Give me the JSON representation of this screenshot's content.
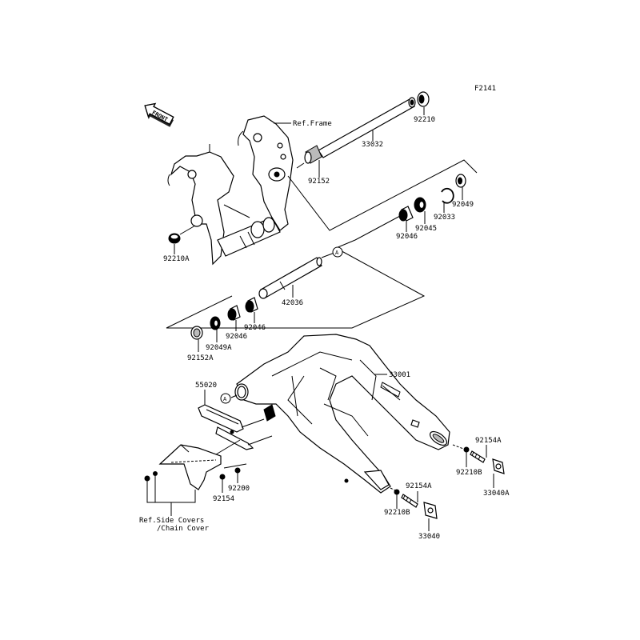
{
  "figure_code": "F2141",
  "front_arrow": "FRONT",
  "refs": {
    "frame": "Ref.Frame",
    "side_covers_line1": "Ref.Side Covers",
    "side_covers_line2": "/Chain Cover"
  },
  "callout_marker": "A",
  "parts": [
    {
      "id": "p92210",
      "number": "92210"
    },
    {
      "id": "p33032",
      "number": "33032"
    },
    {
      "id": "p92152",
      "number": "92152"
    },
    {
      "id": "p92049",
      "number": "92049"
    },
    {
      "id": "p92033",
      "number": "92033"
    },
    {
      "id": "p92045",
      "number": "92045"
    },
    {
      "id": "p92046a",
      "number": "92046"
    },
    {
      "id": "p92210A",
      "number": "92210A"
    },
    {
      "id": "p42036",
      "number": "42036"
    },
    {
      "id": "p92046b",
      "number": "92046"
    },
    {
      "id": "p92046c",
      "number": "92046"
    },
    {
      "id": "p92049A",
      "number": "92049A"
    },
    {
      "id": "p92152A",
      "number": "92152A"
    },
    {
      "id": "p33001",
      "number": "33001"
    },
    {
      "id": "p55020",
      "number": "55020"
    },
    {
      "id": "p92154A_r",
      "number": "92154A"
    },
    {
      "id": "p92210B_r",
      "number": "92210B"
    },
    {
      "id": "p33040A",
      "number": "33040A"
    },
    {
      "id": "p92154A_l",
      "number": "92154A"
    },
    {
      "id": "p92210B_l",
      "number": "92210B"
    },
    {
      "id": "p33040",
      "number": "33040"
    },
    {
      "id": "p92200",
      "number": "92200"
    },
    {
      "id": "p92154",
      "number": "92154"
    }
  ]
}
